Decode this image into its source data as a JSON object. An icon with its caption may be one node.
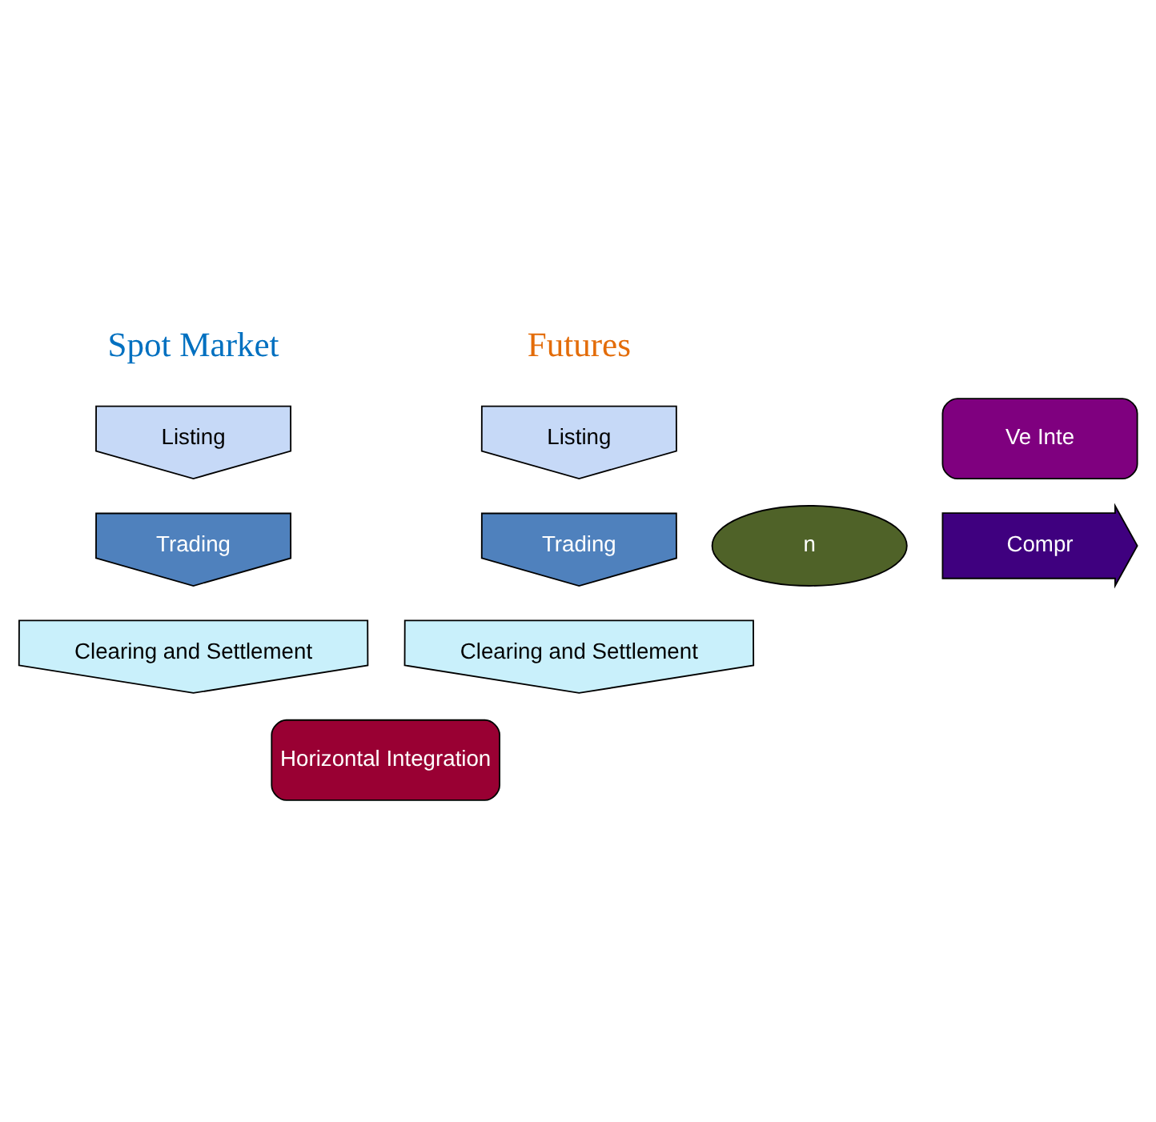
{
  "diagram": {
    "nodes": [
      {
        "text": [
          "n"
        ]
      },
      {
        "text": [
          "Listing"
        ]
      },
      {
        "text": [
          "Trading"
        ]
      },
      {
        "text": [
          "Clearing and Settlement"
        ]
      },
      {
        "text": [
          "Listing"
        ]
      },
      {
        "text": [
          "Trading"
        ]
      },
      {
        "text": [
          "Clearing and Settlement"
        ]
      },
      {
        "text": [
          "Ve Inte"
        ]
      },
      {
        "text": [
          "Compr"
        ]
      },
      {
        "text": [
          "Horizontal Integration"
        ]
      }
    ],
    "labels": [
      "Spot Market",
      "Futures"
    ]
  }
}
